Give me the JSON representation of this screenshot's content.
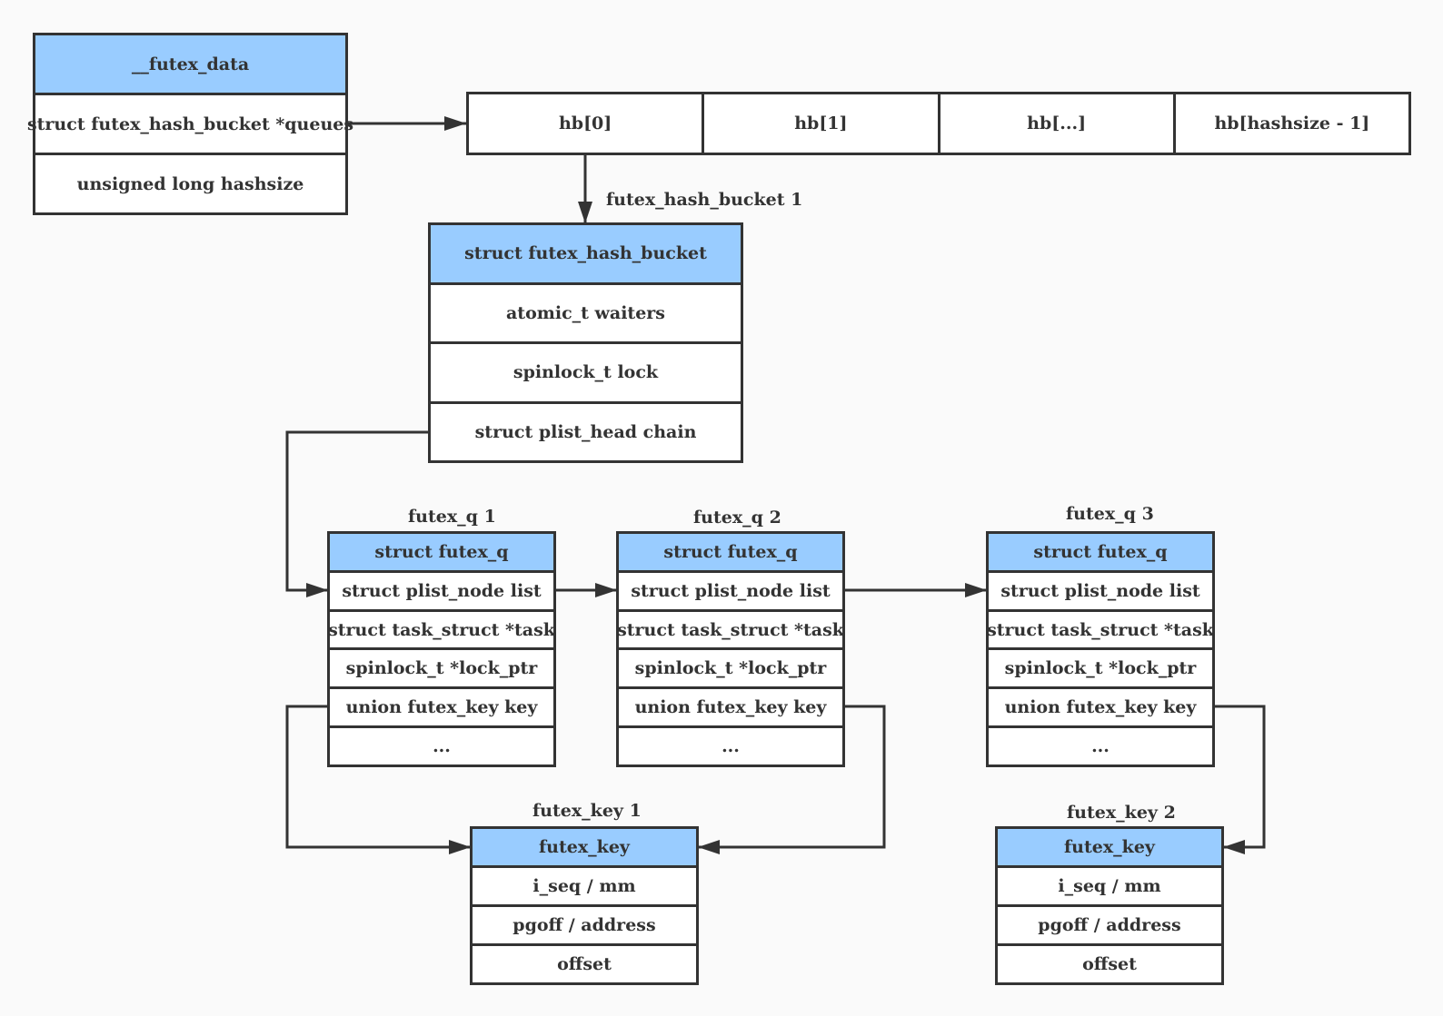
{
  "colors": {
    "header": "#99ccff",
    "line": "#333333",
    "background": "#fafafa"
  },
  "futex_data": {
    "title": "__futex_data",
    "fields": [
      "struct futex_hash_bucket *queues",
      "unsigned long hashsize"
    ]
  },
  "hash_array": {
    "cells": [
      "hb[0]",
      "hb[1]",
      "hb[...]",
      "hb[hashsize - 1]"
    ]
  },
  "bucket": {
    "caption": "futex_hash_bucket 1",
    "title": "struct futex_hash_bucket",
    "fields": [
      "atomic_t waiters",
      "spinlock_t lock",
      "struct plist_head chain"
    ]
  },
  "queues": [
    {
      "caption": "futex_q 1",
      "title": "struct futex_q",
      "fields": [
        "struct plist_node list",
        "struct task_struct *task",
        "spinlock_t *lock_ptr",
        "union futex_key key",
        "..."
      ]
    },
    {
      "caption": "futex_q 2",
      "title": "struct futex_q",
      "fields": [
        "struct plist_node list",
        "struct task_struct *task",
        "spinlock_t *lock_ptr",
        "union futex_key key",
        "..."
      ]
    },
    {
      "caption": "futex_q 3",
      "title": "struct futex_q",
      "fields": [
        "struct plist_node list",
        "struct task_struct *task",
        "spinlock_t *lock_ptr",
        "union futex_key key",
        "..."
      ]
    }
  ],
  "keys": [
    {
      "caption": "futex_key 1",
      "title": "futex_key",
      "fields": [
        "i_seq / mm",
        "pgoff / address",
        "offset"
      ]
    },
    {
      "caption": "futex_key 2",
      "title": "futex_key",
      "fields": [
        "i_seq / mm",
        "pgoff / address",
        "offset"
      ]
    }
  ]
}
